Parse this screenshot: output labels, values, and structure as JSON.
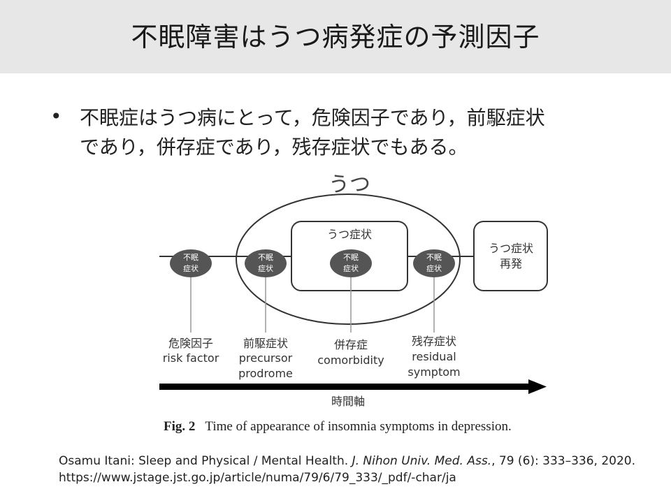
{
  "slide": {
    "title": "不眠障害はうつ病発症の予測因子",
    "bullet_marker": "•",
    "bullet_line1": "不眠症はうつ病にとって，危険因子であり，前駆症状",
    "bullet_line2": "であり，併存症であり，残存症状でもある。"
  },
  "diagram": {
    "ellipse_label": "うつ",
    "inner_box_label": "うつ症状",
    "relapse_box_label_1": "うつ症状",
    "relapse_box_label_2": "再発",
    "insomnia_node_1": "不眠",
    "insomnia_node_2": "症状",
    "labels": [
      {
        "jp": "危険因子",
        "en1": "risk factor",
        "en2": ""
      },
      {
        "jp": "前駆症状",
        "en1": "precursor",
        "en2": "prodrome"
      },
      {
        "jp": "併存症",
        "en1": "comorbidity",
        "en2": ""
      },
      {
        "jp": "残存症状",
        "en1": "residual",
        "en2": "symptom"
      }
    ],
    "time_axis_label": "時間軸",
    "colors": {
      "node_fill": "#555555",
      "line": "#333333",
      "arrow": "#000000"
    }
  },
  "figure": {
    "fig_number": "Fig. 2",
    "caption": "Time of appearance of insomnia symptoms in depression."
  },
  "citation": {
    "part1": "Osamu Itani: Sleep and Physical / Mental Health. ",
    "journal": "J. Nihon Univ. Med. Ass.",
    "part2": ", 79 (6): 333–336, 2020.",
    "url": "https://www.jstage.jst.go.jp/article/numa/79/6/79_333/_pdf/-char/ja"
  }
}
